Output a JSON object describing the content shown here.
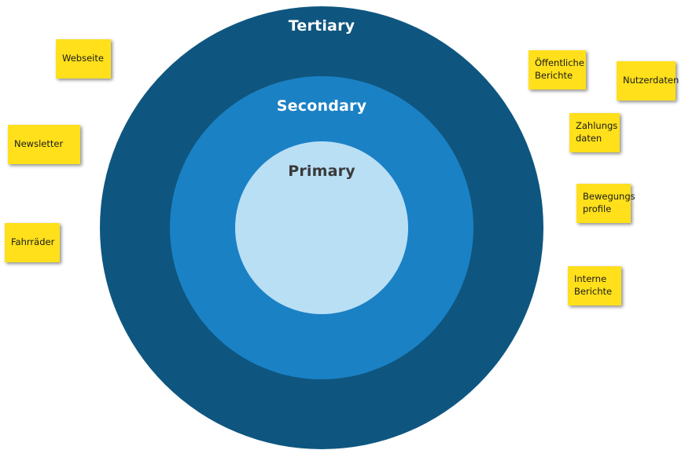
{
  "rings": {
    "tertiary": {
      "label": "Tertiary",
      "color": "#0E567F"
    },
    "secondary": {
      "label": "Secondary",
      "color": "#1B81C5"
    },
    "primary": {
      "label": "Primary",
      "color": "#B9DFF5"
    }
  },
  "notes": {
    "webseite": {
      "label": "Webseite"
    },
    "newsletter": {
      "label": "Newsletter"
    },
    "fahrraeder": {
      "label": "Fahrräder"
    },
    "oeffentliche_berichte": {
      "label": "Öffentliche\nBerichte"
    },
    "nutzerdaten": {
      "label": "Nutzerdaten"
    },
    "zahlungsdaten": {
      "label": "Zahlungs\ndaten"
    },
    "bewegungsprofile": {
      "label": "Bewegungs\nprofile"
    },
    "interne_berichte": {
      "label": "Interne\nBerichte"
    }
  },
  "colors": {
    "background": "#FFFFFF",
    "note_background": "#FFE01B",
    "note_text": "#1A1A1A",
    "ring_label_light": "#FFFFFF",
    "ring_label_dark": "#3A3A3A"
  }
}
